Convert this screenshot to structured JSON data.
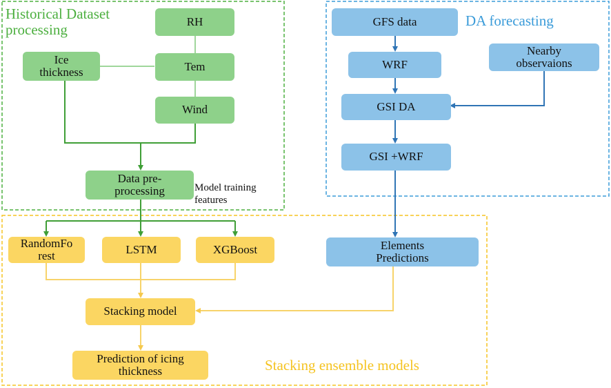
{
  "regions": {
    "historical": {
      "title": "Historical Dataset\nprocessing",
      "color": "#4caf3f"
    },
    "da": {
      "title": "DA forecasting",
      "color": "#3a9bd9"
    },
    "stacking": {
      "title": "Stacking ensemble models",
      "color": "#f5c320"
    }
  },
  "nodes": {
    "rh": "RH",
    "tem": "Tem",
    "wind": "Wind",
    "ice_thickness": "Ice\nthickness",
    "data_preprocessing": "Data pre-\nprocessing",
    "gfs_data": "GFS data",
    "wrf": "WRF",
    "nearby_observations": "Nearby\nobservaions",
    "gsi_da": "GSI DA",
    "gsi_wrf": "GSI +WRF",
    "elements_predictions": "Elements\nPredictions",
    "random_forest": "RandomFo\nrest",
    "lstm": "LSTM",
    "xgboost": "XGBoost",
    "stacking_model": "Stacking model",
    "prediction_icing": "Prediction of icing\nthickness"
  },
  "annotations": {
    "model_training_features": "Model training\nfeatures"
  },
  "colors": {
    "green_box": "#8ed18a",
    "blue_box": "#8cc2e8",
    "yellow_box": "#fbd662",
    "green_line": "#3f9e36",
    "blue_line": "#2f74b5",
    "yellow_line": "#f7d36a"
  }
}
